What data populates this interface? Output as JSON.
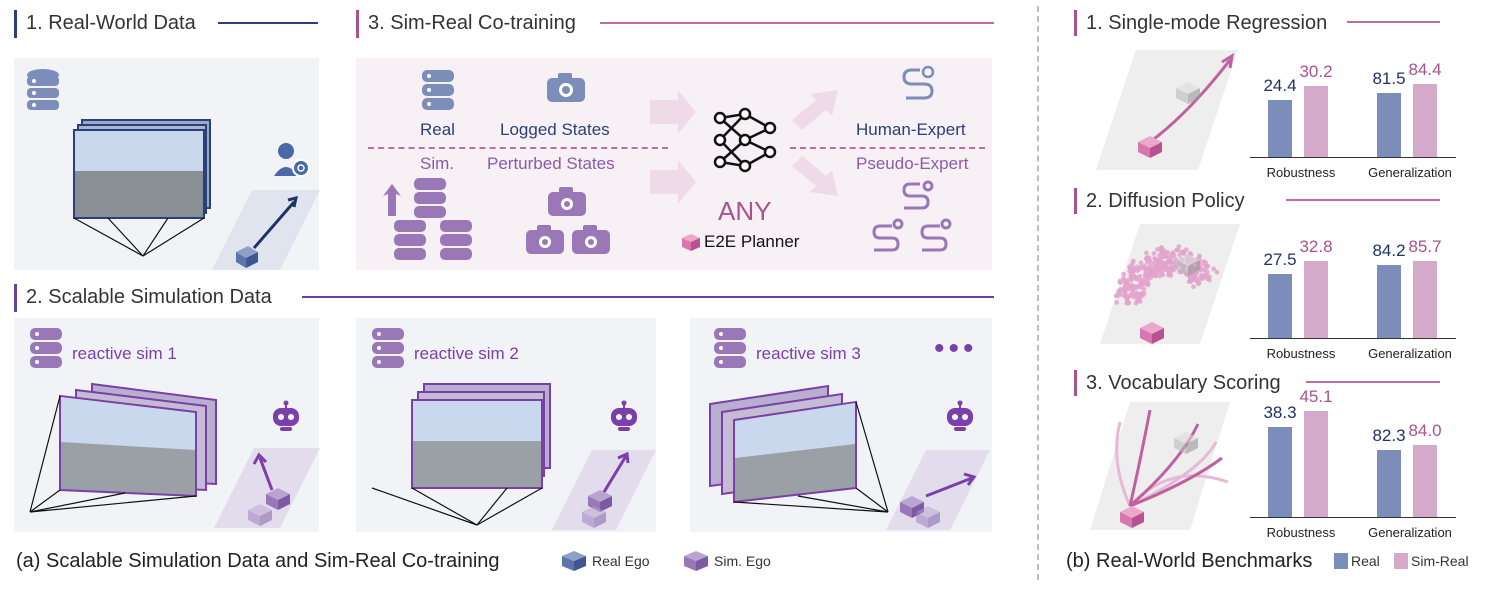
{
  "left": {
    "s1_title": "1. Real-World Data",
    "s3_title": "3. Sim-Real Co-training",
    "s2_title": "2. Scalable Simulation Data",
    "cotrain": {
      "real": "Real",
      "logged": "Logged States",
      "sim": "Sim.",
      "perturbed": "Perturbed States",
      "any": "ANY",
      "planner": "E2E Planner",
      "human_expert": "Human-Expert",
      "pseudo_expert": "Pseudo-Expert"
    },
    "sims": [
      "reactive sim 1",
      "reactive sim 2",
      "reactive sim 3"
    ],
    "caption": "(a) Scalable Simulation Data and Sim-Real Co-training",
    "legend_real": "Real Ego",
    "legend_sim": "Sim. Ego"
  },
  "right": {
    "caption": "(b) Real-World Benchmarks",
    "legend_real": "Real",
    "legend_simreal": "Sim-Real",
    "colors": {
      "real": "#7b8db8",
      "simreal": "#d4a9c9"
    }
  },
  "chart_data": [
    {
      "type": "bar",
      "title": "1. Single-mode Regression",
      "categories": [
        "Robustness",
        "Generalization"
      ],
      "series": [
        {
          "name": "Real",
          "values": [
            24.4,
            81.5
          ]
        },
        {
          "name": "Sim-Real",
          "values": [
            30.2,
            84.4
          ]
        }
      ]
    },
    {
      "type": "bar",
      "title": "2. Diffusion Policy",
      "categories": [
        "Robustness",
        "Generalization"
      ],
      "series": [
        {
          "name": "Real",
          "values": [
            27.5,
            84.2
          ]
        },
        {
          "name": "Sim-Real",
          "values": [
            32.8,
            85.7
          ]
        }
      ]
    },
    {
      "type": "bar",
      "title": "3. Vocabulary Scoring",
      "categories": [
        "Robustness",
        "Generalization"
      ],
      "series": [
        {
          "name": "Real",
          "values": [
            38.3,
            82.3
          ]
        },
        {
          "name": "Sim-Real",
          "values": [
            45.1,
            84.0
          ]
        }
      ]
    }
  ]
}
